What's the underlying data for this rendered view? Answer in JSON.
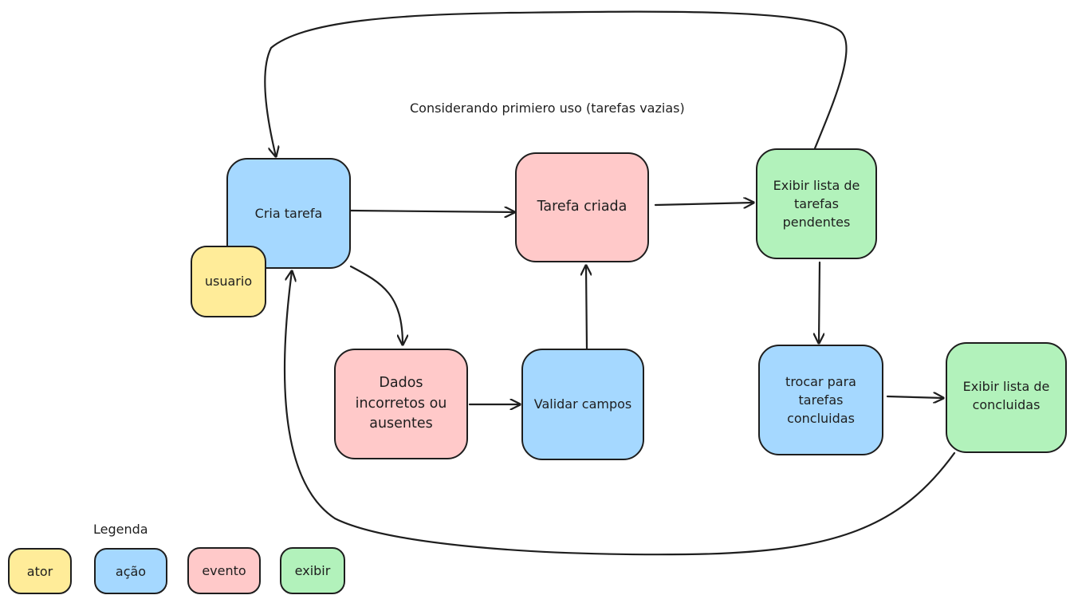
{
  "title": "Considerando primiero uso (tarefas vazias)",
  "colors": {
    "ator": "#ffec99",
    "acao": "#a5d8ff",
    "evento": "#ffc9c9",
    "exibir": "#b2f2bb",
    "stroke": "#1e1e1e"
  },
  "nodes": {
    "cria_tarefa": "Cria tarefa",
    "usuario": "usuario",
    "tarefa_criada": "Tarefa criada",
    "exibir_pendentes": "Exibir lista de\ntarefas\npendentes",
    "dados_incorretos": "Dados\nincorretos ou\nausentes",
    "validar_campos": "Validar campos",
    "trocar_concluidas": "trocar para\ntarefas\nconcluidas",
    "exibir_concluidas": "Exibir lista de\nconcluidas"
  },
  "legend": {
    "title": "Legenda",
    "items": [
      "ator",
      "ação",
      "evento",
      "exibir"
    ]
  }
}
